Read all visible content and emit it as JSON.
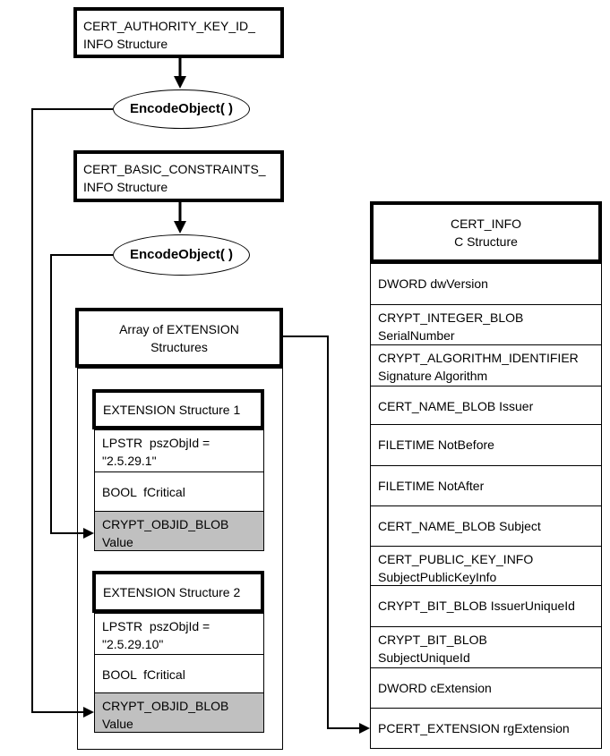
{
  "colors": {
    "ink": "#000000",
    "background": "#ffffff",
    "shaded_row": "#c0c0c0"
  },
  "flow": {
    "authority_box": "CERT_AUTHORITY_KEY_ID_\nINFO Structure",
    "encode_object_1": "EncodeObject( )",
    "basic_constraints_box": "CERT_BASIC_CONSTRAINTS_\nINFO Structure",
    "encode_object_2": "EncodeObject( )",
    "extension_array_box": "Array of EXTENSION\nStructures"
  },
  "extension1": {
    "title": "EXTENSION Structure 1",
    "rows": [
      {
        "text": "LPSTR  pszObjId =\n\"2.5.29.1\"",
        "shaded": false
      },
      {
        "text": "BOOL  fCritical",
        "shaded": false
      },
      {
        "text": "CRYPT_OBJID_BLOB\nValue",
        "shaded": true
      }
    ]
  },
  "extension2": {
    "title": "EXTENSION Structure 2",
    "rows": [
      {
        "text": "LPSTR  pszObjId =\n\"2.5.29.10\"",
        "shaded": false
      },
      {
        "text": "BOOL  fCritical",
        "shaded": false
      },
      {
        "text": "CRYPT_OBJID_BLOB\nValue",
        "shaded": true
      }
    ]
  },
  "cert_info": {
    "title": "CERT_INFO\nC Structure",
    "rows": [
      "DWORD dwVersion",
      "CRYPT_INTEGER_BLOB\nSerialNumber",
      "CRYPT_ALGORITHM_IDENTIFIER\nSignature Algorithm",
      "CERT_NAME_BLOB Issuer",
      "FILETIME NotBefore",
      "FILETIME NotAfter",
      "CERT_NAME_BLOB Subject",
      "CERT_PUBLIC_KEY_INFO\nSubjectPublicKeyInfo",
      "CRYPT_BIT_BLOB IssuerUniqueId",
      "CRYPT_BIT_BLOB\nSubjectUniqueId",
      "DWORD cExtension",
      "PCERT_EXTENSION rgExtension"
    ]
  }
}
